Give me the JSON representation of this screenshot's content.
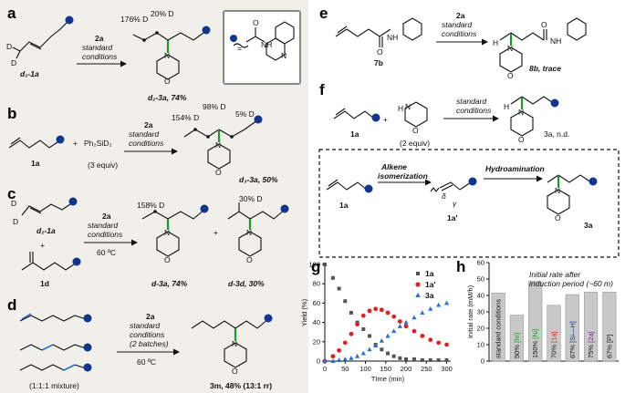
{
  "panel_a": {
    "label": "a",
    "d_atom": "D",
    "sub_label": "d₂-1a",
    "reagent": "2a",
    "conditions": [
      "standard",
      "conditions"
    ],
    "pct1": "176% D",
    "pct2": "20% D",
    "product": "d₂-3a, 74%",
    "nh": "NH",
    "o": "O",
    "n": "N"
  },
  "panel_b": {
    "label": "b",
    "sub_label": "1a",
    "plus": "+",
    "silane": "Ph₂SiD₂",
    "silane_eq": "(3 equiv)",
    "reagent": "2a",
    "conditions": [
      "standard",
      "conditions"
    ],
    "pct1": "154% D",
    "pct2": "98% D",
    "pct3": "5% D",
    "product": "d₃-3a, 50%"
  },
  "panel_c": {
    "label": "c",
    "sub_label1": "d₂-1a",
    "plus": "+",
    "sub_label2": "1d",
    "reagent": "2a",
    "conditions": [
      "standard",
      "conditions"
    ],
    "temp": "60 ºC",
    "pct1": "158% D",
    "pct2": "30% D",
    "product1": "d-3a, 74%",
    "product2": "d-3d, 30%"
  },
  "panel_d": {
    "label": "d",
    "mixture": "(1:1:1 mixture)",
    "reagent": "2a",
    "conditions": [
      "standard",
      "conditions",
      "(2 batches)"
    ],
    "temp": "60 ºC",
    "product": "3m, 48% (13:1 rr)"
  },
  "panel_e": {
    "label": "e",
    "sub_label": "7b",
    "reagent": "2a",
    "conditions": [
      "standard",
      "conditions"
    ],
    "h": "H",
    "product": "8b, trace"
  },
  "panel_f": {
    "label": "f",
    "sub_label1": "1a",
    "plus": "+",
    "amine_eq": "(2 equiv)",
    "conditions": [
      "standard",
      "conditions"
    ],
    "product": "3a, n.d.",
    "step1": "Alkene",
    "step1b": "isomerization",
    "step2": "Hydroamination",
    "delta": "δ",
    "gamma": "γ",
    "int1": "1a",
    "int2": "1a'",
    "int3": "3a"
  },
  "panel_g": {
    "label": "g"
  },
  "panel_h": {
    "label": "h"
  },
  "chart_data": [
    {
      "type": "scatter",
      "xlabel": "TIme (min)",
      "ylabel": "Yield (%)",
      "xlim": [
        0,
        310
      ],
      "ylim": [
        0,
        100
      ],
      "xticks": [
        0,
        50,
        100,
        150,
        200,
        250,
        300
      ],
      "yticks": [
        0,
        20,
        40,
        60,
        80,
        100
      ],
      "legend_position": "top-right",
      "series": [
        {
          "name": "1a",
          "color": "#555555",
          "marker": "square",
          "points": [
            [
              0,
              100
            ],
            [
              20,
              86
            ],
            [
              35,
              75
            ],
            [
              50,
              62
            ],
            [
              65,
              50
            ],
            [
              80,
              40
            ],
            [
              95,
              33
            ],
            [
              110,
              26
            ],
            [
              125,
              17
            ],
            [
              140,
              12
            ],
            [
              155,
              8
            ],
            [
              170,
              5
            ],
            [
              185,
              3
            ],
            [
              200,
              2
            ],
            [
              220,
              2
            ],
            [
              240,
              1
            ],
            [
              260,
              1
            ],
            [
              280,
              1
            ],
            [
              300,
              1
            ]
          ]
        },
        {
          "name": "1a'",
          "color": "#e02020",
          "marker": "circle",
          "points": [
            [
              0,
              0
            ],
            [
              20,
              5
            ],
            [
              35,
              11
            ],
            [
              50,
              19
            ],
            [
              65,
              28
            ],
            [
              80,
              38
            ],
            [
              95,
              47
            ],
            [
              110,
              52
            ],
            [
              125,
              54
            ],
            [
              140,
              53
            ],
            [
              155,
              50
            ],
            [
              170,
              46
            ],
            [
              185,
              41
            ],
            [
              200,
              36
            ],
            [
              220,
              31
            ],
            [
              240,
              26
            ],
            [
              260,
              22
            ],
            [
              280,
              19
            ],
            [
              300,
              17
            ]
          ]
        },
        {
          "name": "3a",
          "color": "#2a6fd6",
          "marker": "triangle",
          "points": [
            [
              0,
              0
            ],
            [
              20,
              0
            ],
            [
              35,
              1
            ],
            [
              50,
              2
            ],
            [
              65,
              3
            ],
            [
              80,
              5
            ],
            [
              95,
              8
            ],
            [
              110,
              12
            ],
            [
              125,
              16
            ],
            [
              140,
              21
            ],
            [
              155,
              26
            ],
            [
              170,
              31
            ],
            [
              185,
              36
            ],
            [
              200,
              40
            ],
            [
              220,
              45
            ],
            [
              240,
              50
            ],
            [
              260,
              54
            ],
            [
              280,
              58
            ],
            [
              300,
              60
            ]
          ]
        }
      ]
    },
    {
      "type": "bar",
      "ylabel": "Initial rate (mM/h)",
      "ylim": [
        0,
        60
      ],
      "yticks": [
        0,
        10,
        20,
        30,
        40,
        50,
        60
      ],
      "annotation": [
        "Initial rate after",
        "induction period (~60 m)"
      ],
      "categories": [
        {
          "parts": [
            {
              "text": "standard conditions",
              "color": "#111111"
            }
          ]
        },
        {
          "parts": [
            {
              "text": "50% ",
              "color": "#111111"
            },
            {
              "text": "[Ni]",
              "color": "#1a9a2a"
            }
          ]
        },
        {
          "parts": [
            {
              "text": "150% ",
              "color": "#111111"
            },
            {
              "text": "[Ni]",
              "color": "#1a9a2a"
            }
          ]
        },
        {
          "parts": [
            {
              "text": "70% ",
              "color": "#111111"
            },
            {
              "text": "[1a]",
              "color": "#e02020"
            }
          ]
        },
        {
          "parts": [
            {
              "text": "67% ",
              "color": "#111111"
            },
            {
              "text": "[Si—H]",
              "color": "#1a2a9a"
            }
          ]
        },
        {
          "parts": [
            {
              "text": "75% ",
              "color": "#111111"
            },
            {
              "text": "[2a]",
              "color": "#7a2aa0"
            }
          ]
        },
        {
          "parts": [
            {
              "text": "67% [P]",
              "color": "#111111"
            }
          ]
        }
      ],
      "values": [
        41.5,
        28,
        48.5,
        34,
        40.5,
        42,
        42
      ],
      "bar_color": "#c8c8c8"
    }
  ]
}
